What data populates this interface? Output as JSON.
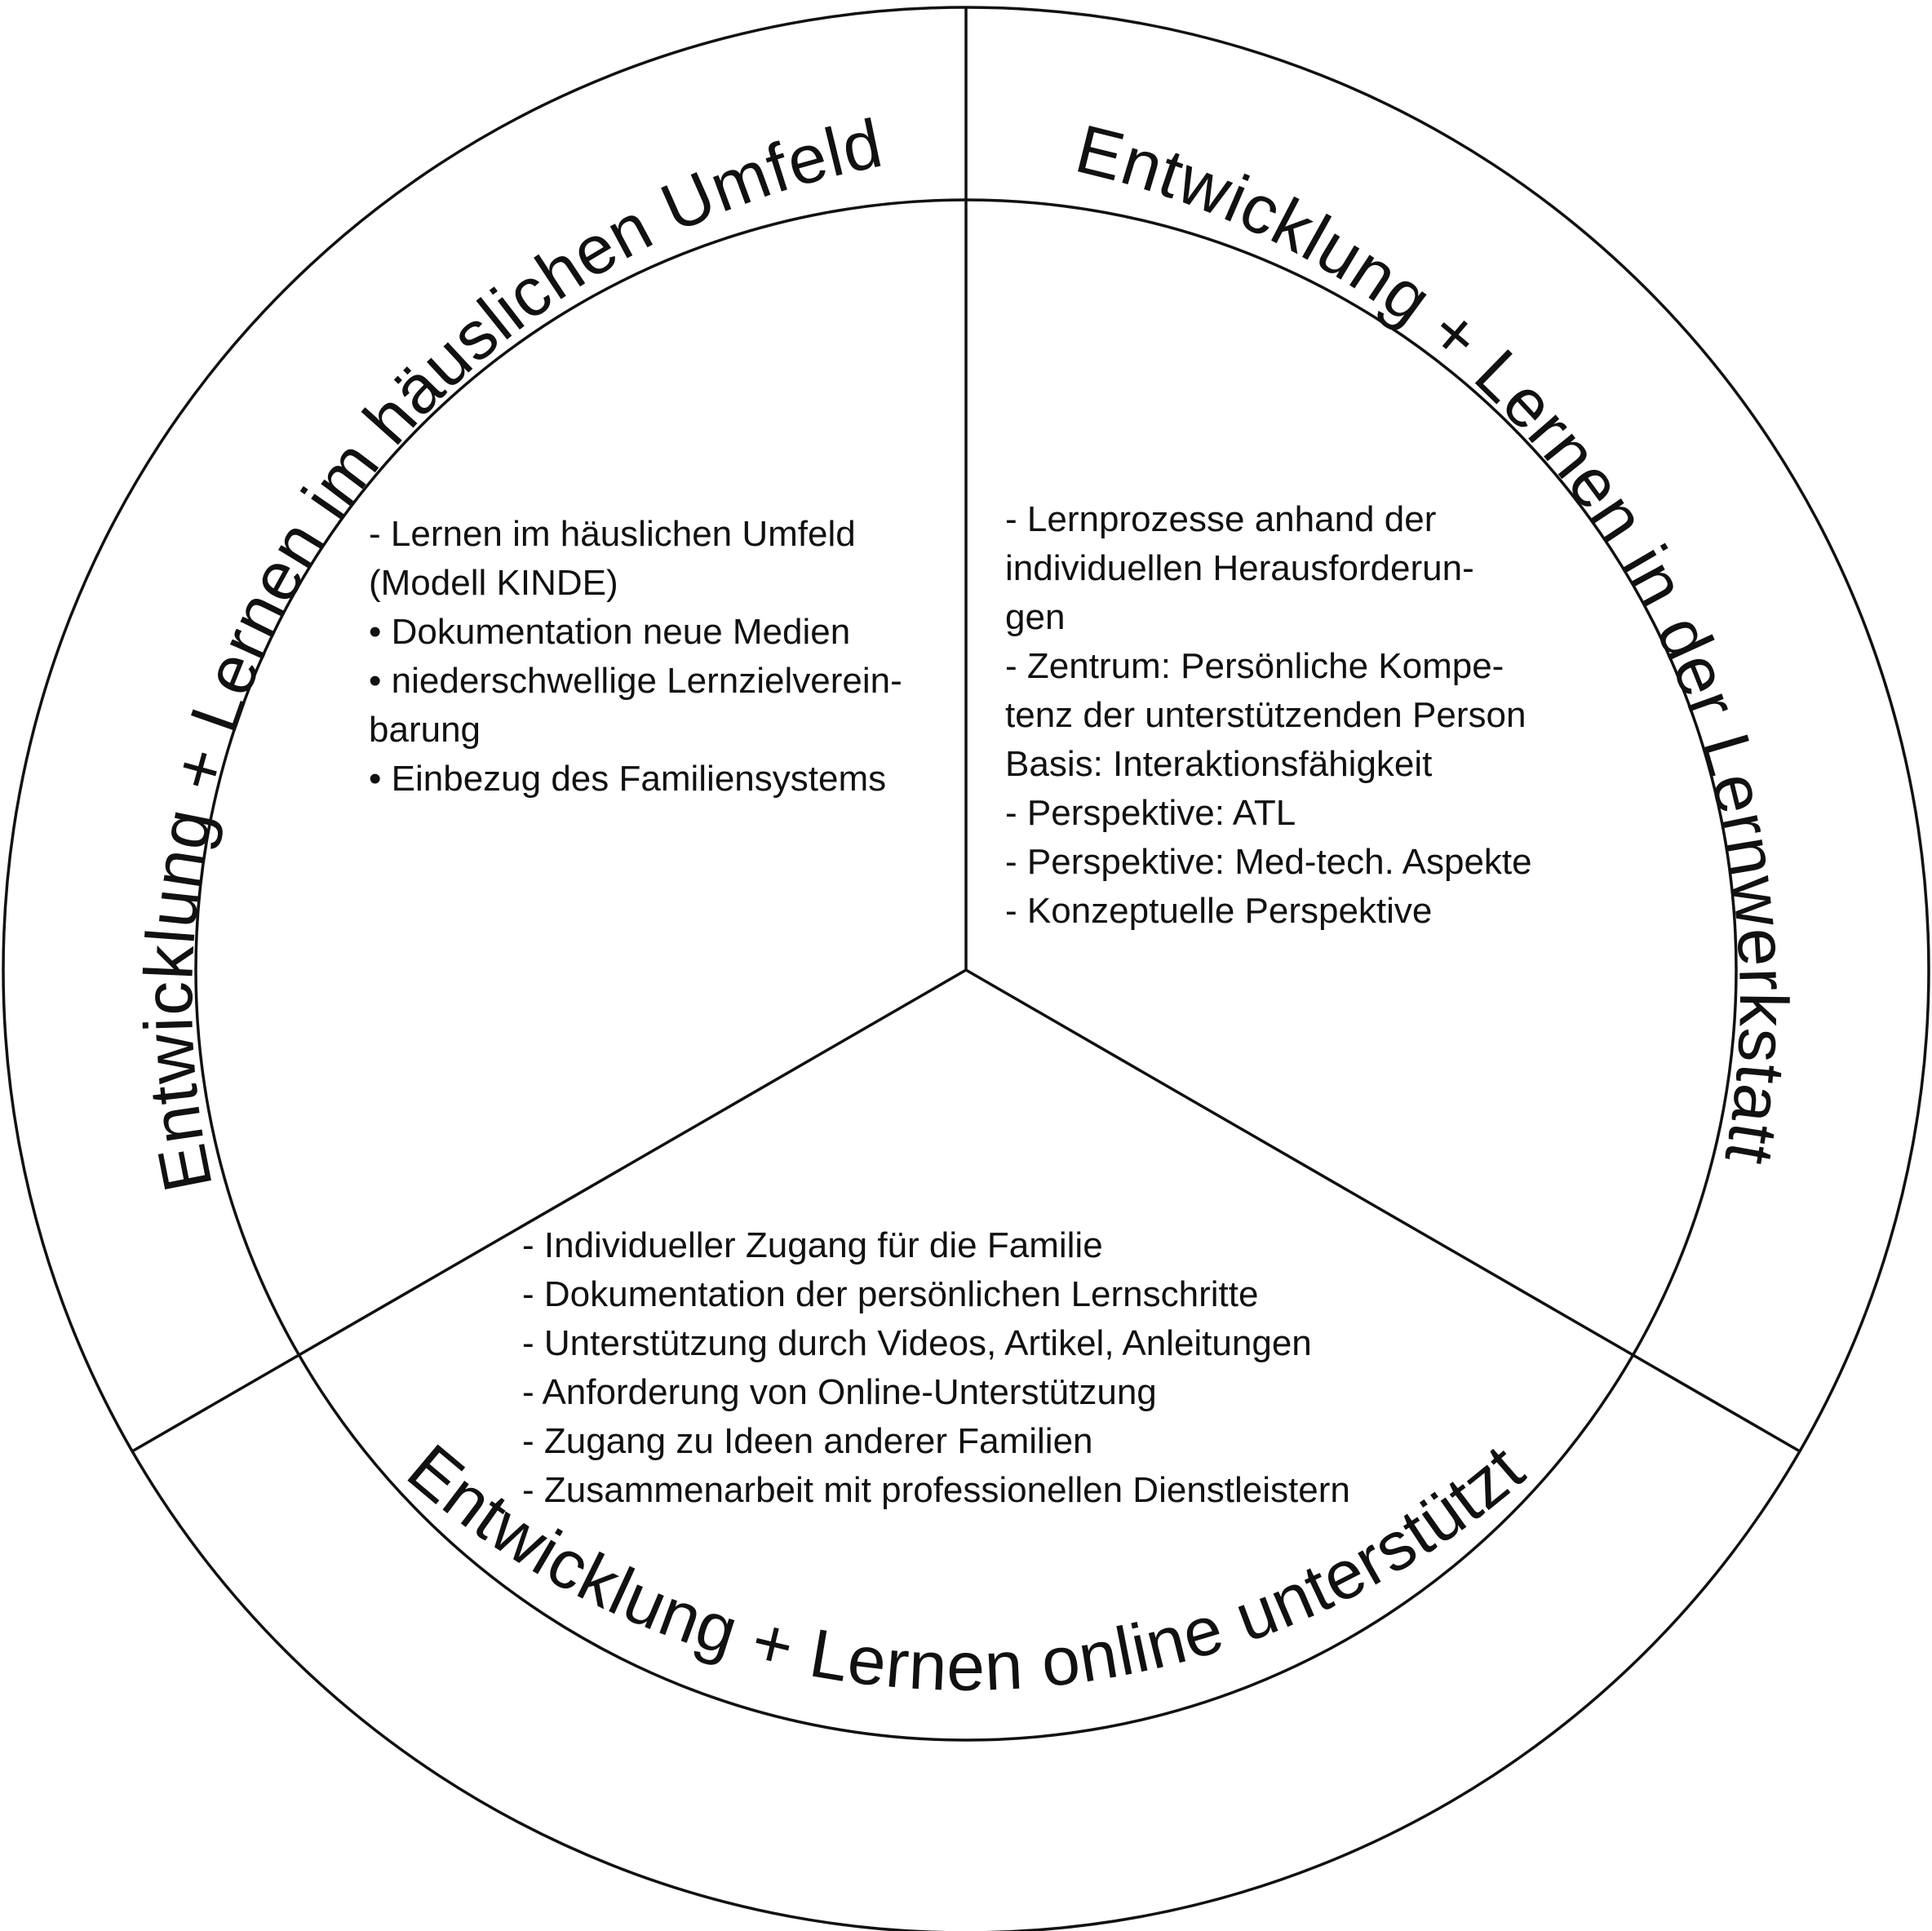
{
  "ring_titles": {
    "left": "Entwicklung + Lernen im häuslichen Umfeld",
    "right": "Entwicklung + Lernen in der Lernwerkstatt",
    "bottom": "Entwicklung + Lernen online unterstützt"
  },
  "sections": {
    "left": {
      "lines": [
        "- Lernen im häuslichen Umfeld",
        "(Modell KINDE)",
        "• Dokumentation neue Medien",
        "• niederschwellige Lernzielverein-",
        "barung",
        "• Einbezug des Familiensystems"
      ]
    },
    "right": {
      "lines": [
        "- Lernprozesse anhand der",
        "individuellen Herausforderun-",
        "gen",
        "- Zentrum: Persönliche Kompe-",
        "tenz der unterstützenden Person",
        "Basis: Interaktionsfähigkeit",
        "- Perspektive: ATL",
        "- Perspektive: Med-tech. Aspekte",
        "- Konzeptuelle Perspektive"
      ]
    },
    "bottom": {
      "lines": [
        "- Individueller Zugang für die Familie",
        "- Dokumentation der persönlichen Lernschritte",
        "- Unterstützung durch Videos, Artikel, Anleitungen",
        "- Anforderung von Online-Unterstützung",
        "- Zugang zu Ideen anderer Familien",
        "- Zusammenarbeit mit professionellen Dienstleistern"
      ]
    }
  },
  "colors": {
    "line": "#111111",
    "background": "#ffffff"
  }
}
